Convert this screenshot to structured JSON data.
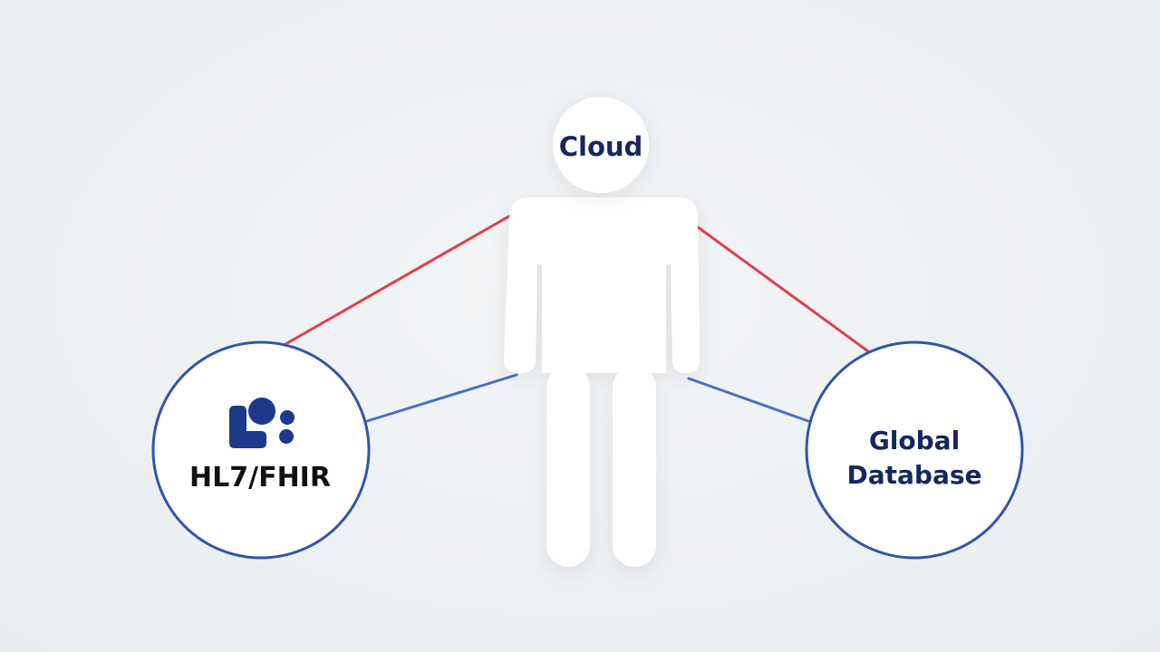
{
  "nodes": {
    "head": {
      "label": "Cloud"
    },
    "left": {
      "label": "HL7/FHIR",
      "icon": "hl7-fhir-logo-icon"
    },
    "right": {
      "label_line1": "Global",
      "label_line2": "Database"
    }
  },
  "colors": {
    "background": "#eceff2",
    "figure": "#ffffff",
    "circle_stroke": "#2f56a8",
    "red_line": "#de4146",
    "blue_line": "#4a6fc4",
    "label_navy": "#14285f",
    "label_dark": "#111111",
    "logo": "#1d3a8a"
  }
}
